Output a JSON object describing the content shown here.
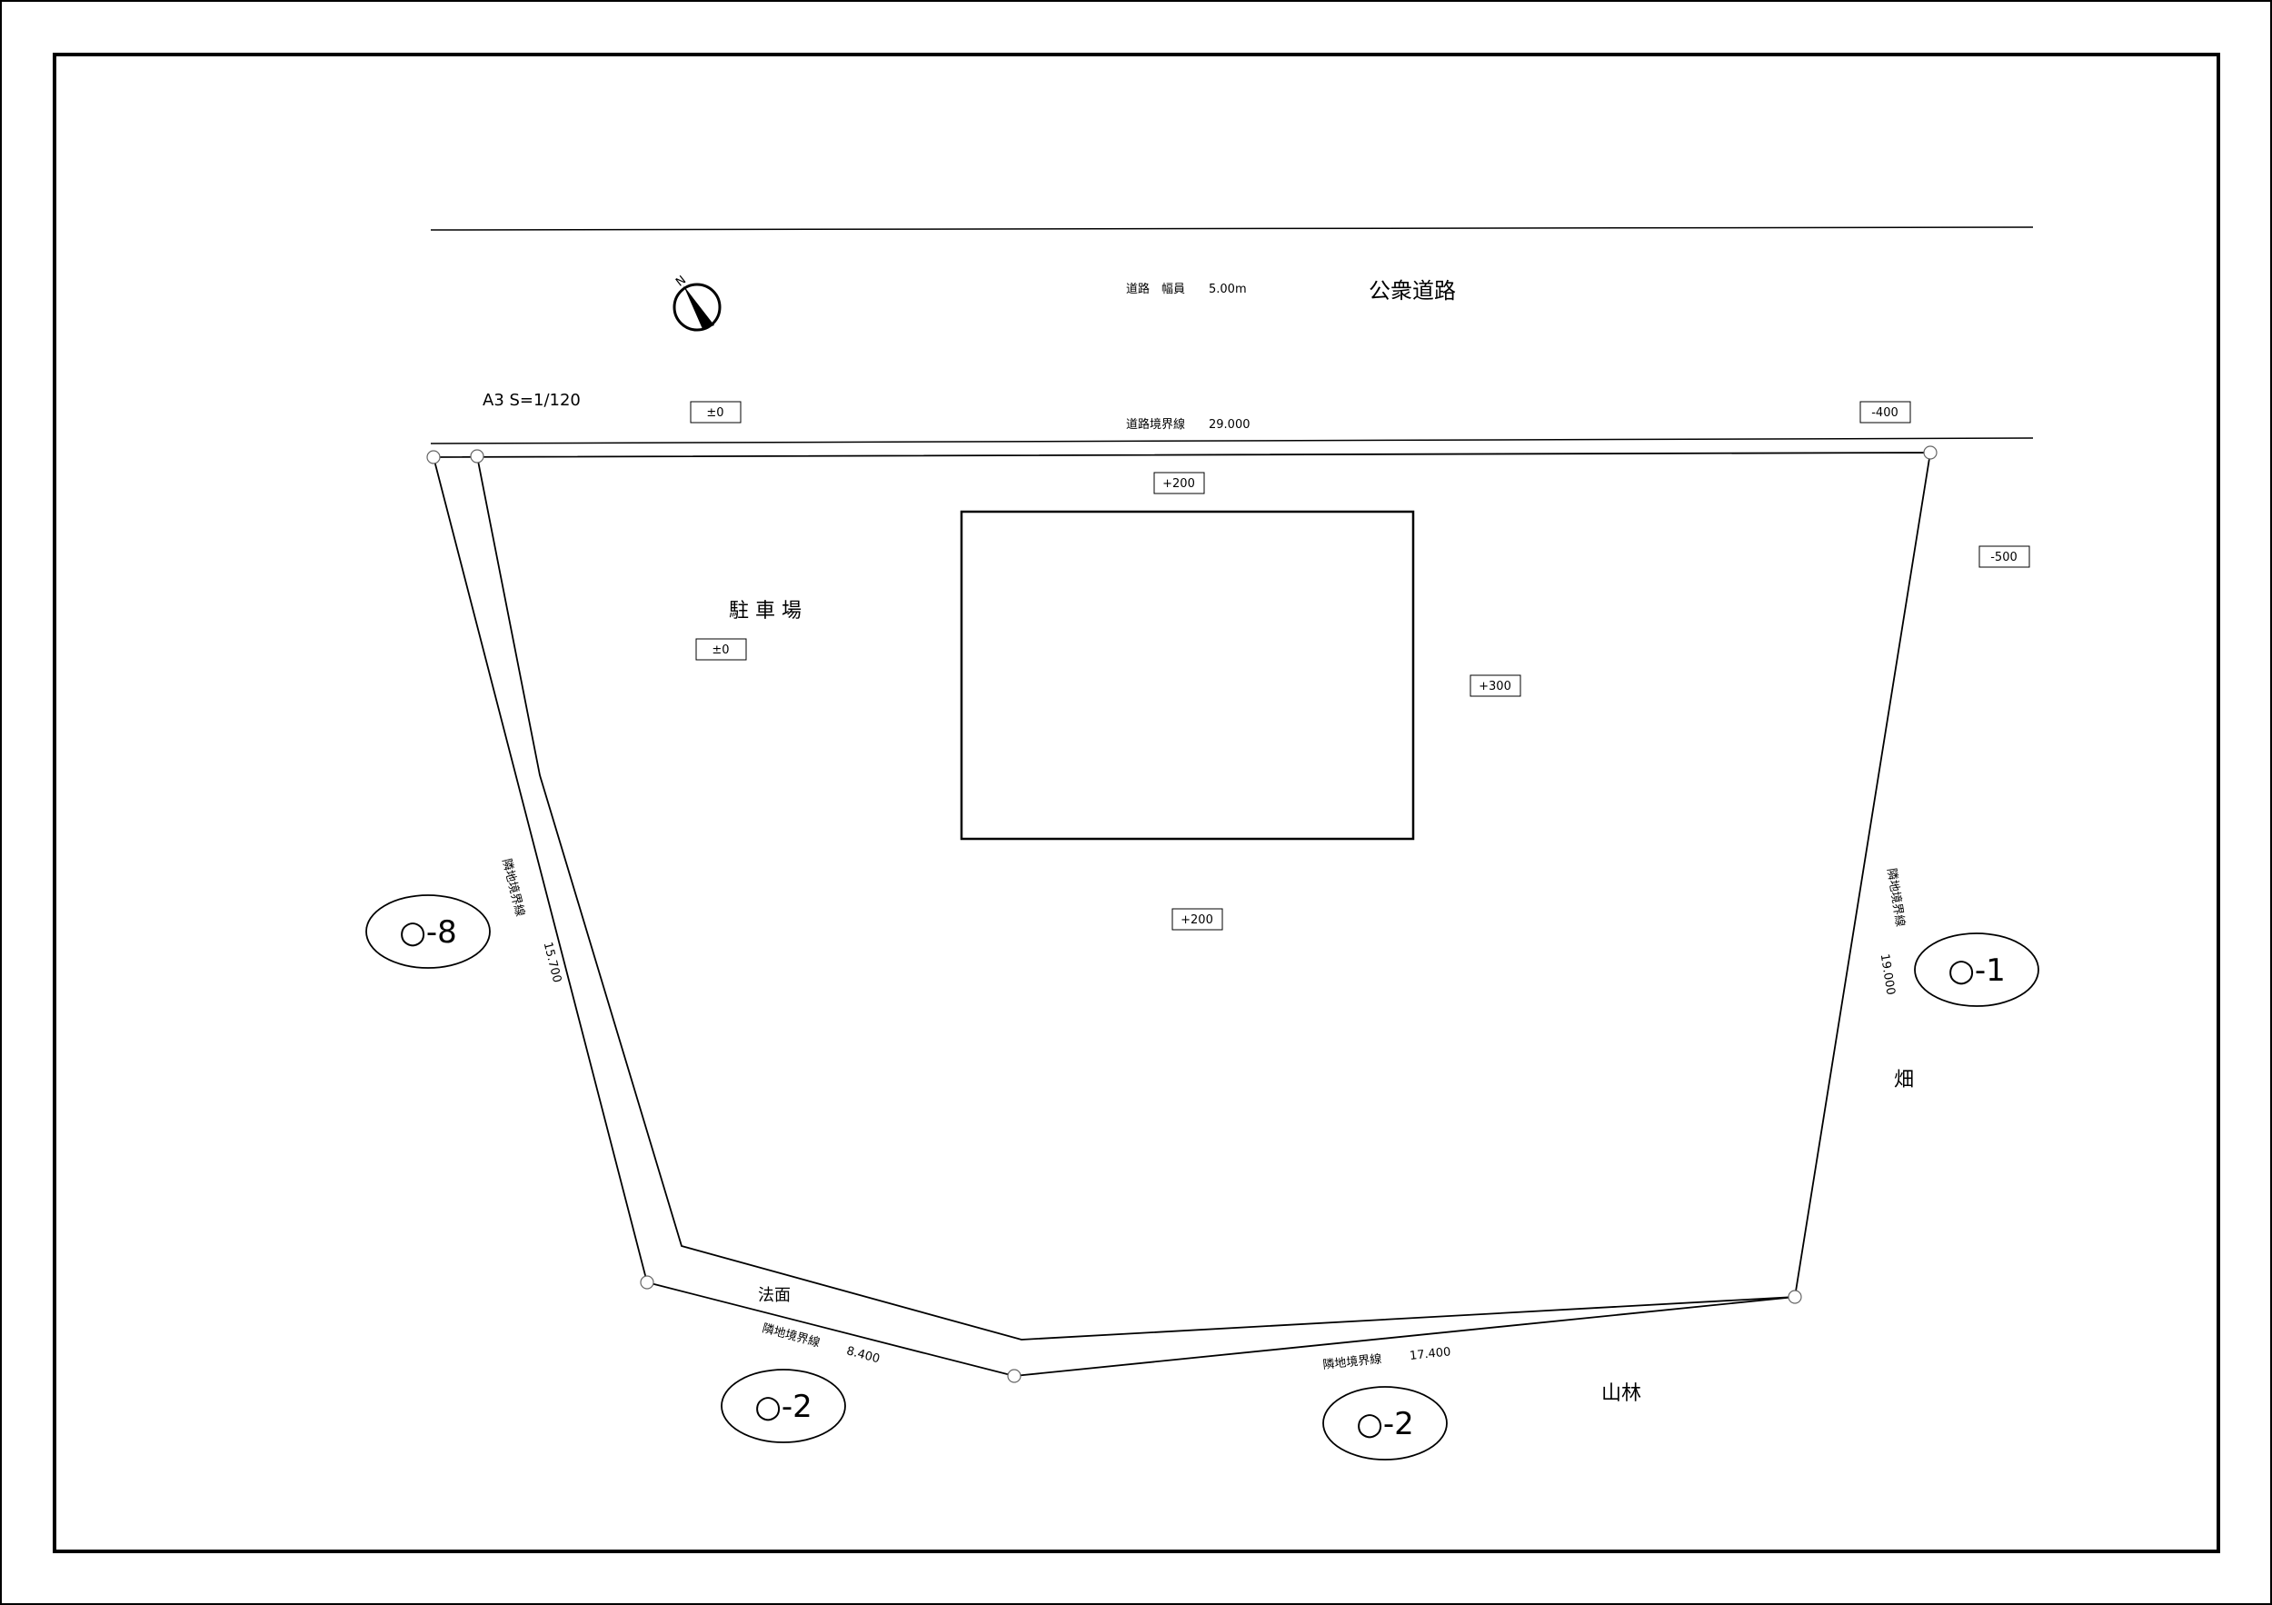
{
  "road": {
    "width_label": "道路　幅員　　5.00m",
    "name": "公衆道路",
    "boundary_label": "道路境界線　　29.000"
  },
  "scale_label": "A3 S=1/120",
  "north_label": "N",
  "areas": {
    "parking": "駐 車 場",
    "field": "畑",
    "forest": "山林",
    "slope": "法面"
  },
  "elevations": {
    "road_left": "±0",
    "road_right": "-400",
    "top_center": "+200",
    "right_outer": "-500",
    "parking": "±0",
    "building_right": "+300",
    "bottom_center": "+200"
  },
  "boundaries": {
    "left": {
      "label": "隣地境界線",
      "length": "15.700"
    },
    "right": {
      "label": "隣地境界線",
      "length": "19.000"
    },
    "bottom_left": {
      "label": "隣地境界線",
      "length": "8.400"
    },
    "bottom_right": {
      "label": "隣地境界線",
      "length": "17.400"
    }
  },
  "neighbors": {
    "left": "○-8",
    "right": "○-1",
    "bottom_left": "○-2",
    "bottom_right": "○-2"
  }
}
